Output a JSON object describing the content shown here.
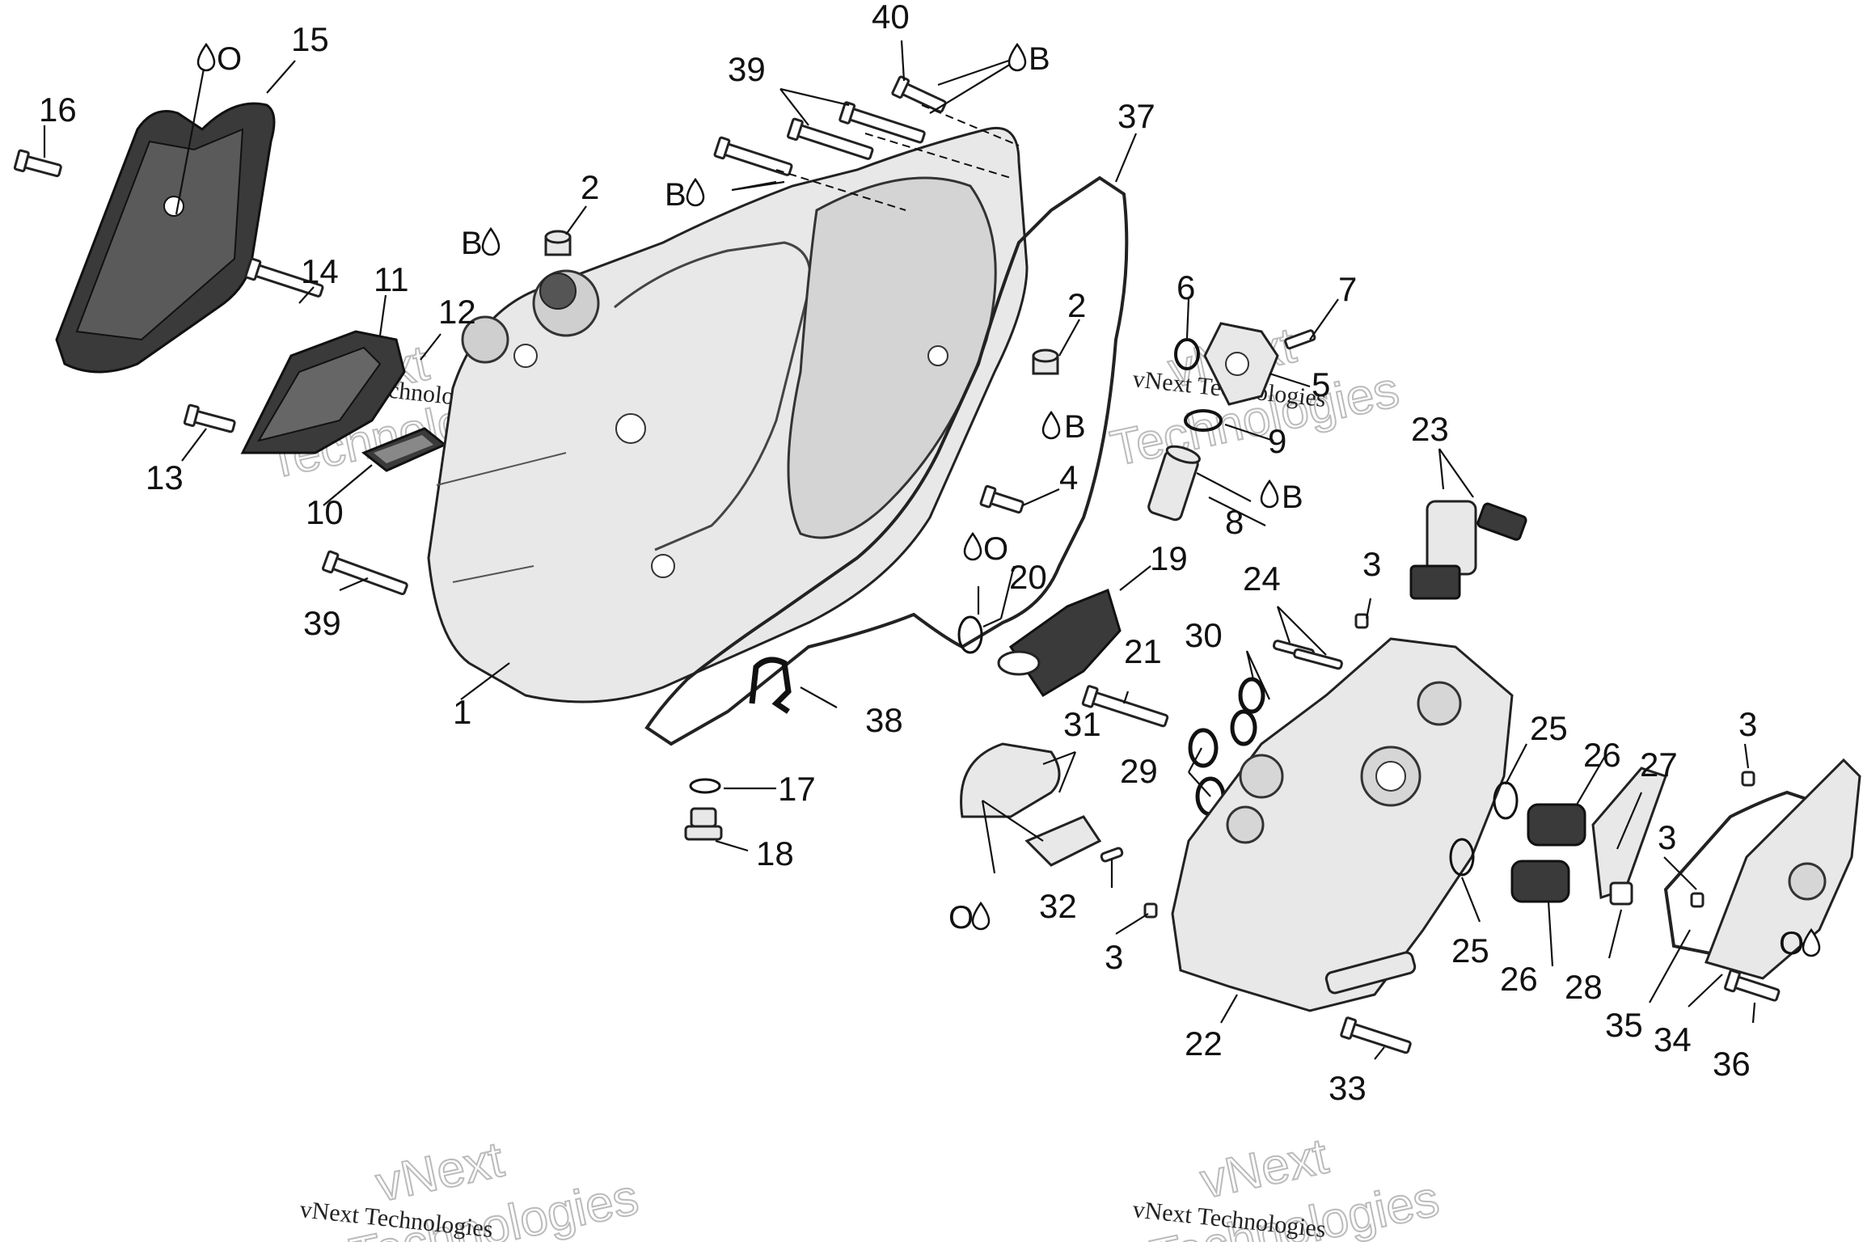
{
  "diagram": {
    "callouts": {
      "c1": "1",
      "c2a": "2",
      "c2b": "2",
      "c3a": "3",
      "c3b": "3",
      "c3c": "3",
      "c3d": "3",
      "c4": "4",
      "c5": "5",
      "c6": "6",
      "c7": "7",
      "c8": "8",
      "c9": "9",
      "c10": "10",
      "c11": "11",
      "c12": "12",
      "c13": "13",
      "c14": "14",
      "c15": "15",
      "c16": "16",
      "c17": "17",
      "c18": "18",
      "c19": "19",
      "c20": "20",
      "c21": "21",
      "c22": "22",
      "c23": "23",
      "c24": "24",
      "c25a": "25",
      "c25b": "25",
      "c26a": "26",
      "c26b": "26",
      "c27": "27",
      "c28": "28",
      "c29": "29",
      "c30": "30",
      "c31": "31",
      "c32": "32",
      "c33": "33",
      "c34": "34",
      "c35": "35",
      "c36": "36",
      "c37": "37",
      "c38": "38",
      "c39a": "39",
      "c39b": "39",
      "c40": "40"
    },
    "lubricant_marks": {
      "m15": "O",
      "m2": "B",
      "m39": "B",
      "m40": "B",
      "m4": "B",
      "m8": "B",
      "m20": "O",
      "m31": "O",
      "m34": "O"
    },
    "watermark": {
      "small": "vNext Technologies",
      "large_1": "vNext",
      "large_2": "Technologies"
    }
  }
}
